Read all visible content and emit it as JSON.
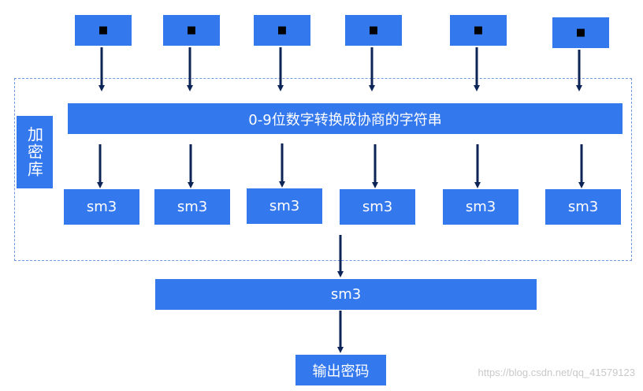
{
  "inputs": [
    "■",
    "■",
    "■",
    "■",
    "■",
    "■"
  ],
  "converter_label": "0-9位数字转换成协商的字符串",
  "sm3_row": [
    "sm3",
    "sm3",
    "sm3",
    "sm3",
    "sm3",
    "sm3"
  ],
  "group_label": "加密库",
  "final_sm3": "sm3",
  "output_label": "输出密码",
  "watermark": "https://blog.csdn.net/qq_41579123",
  "colors": {
    "box": "#3478ee",
    "arrow": "#0d2457",
    "dashed_border": "#6f98de"
  }
}
